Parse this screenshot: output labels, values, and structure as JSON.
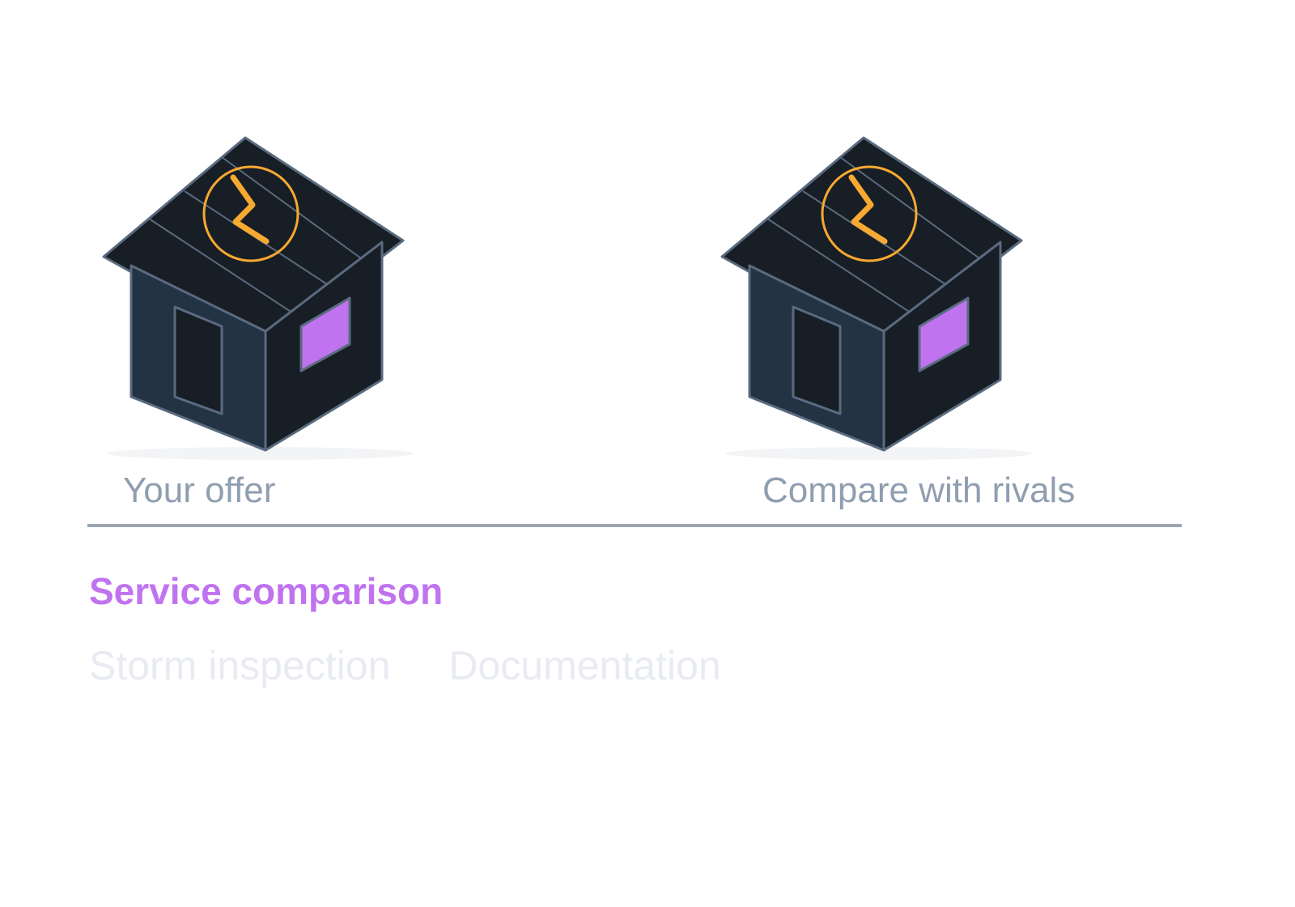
{
  "options": {
    "left": {
      "label": "Your offer",
      "icon": "house-clock-icon"
    },
    "right": {
      "label": "Compare with rivals",
      "icon": "house-clock-icon"
    }
  },
  "section": {
    "heading": "Service comparison"
  },
  "tabs": [
    {
      "label": "Storm inspection"
    },
    {
      "label": "Documentation"
    }
  ],
  "colors": {
    "accent": "#c073ef",
    "clock": "#f7a930",
    "house_dark": "#181e25",
    "house_wall": "#243344",
    "outline": "#5a6b80",
    "label": "#8f9eb0",
    "tab_muted": "#e8ebf1",
    "divider": "#9ba5b2"
  }
}
